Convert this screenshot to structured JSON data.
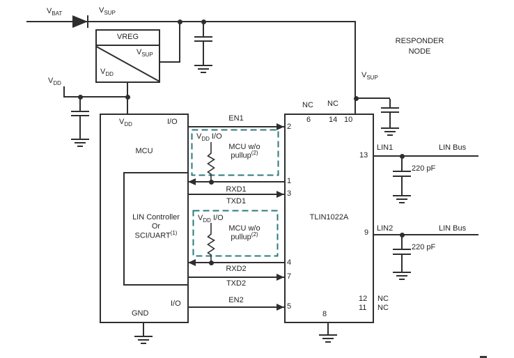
{
  "colors": {
    "wire": "#2e2e2e",
    "text": "#231f20",
    "dashed": "#2a7a7c"
  },
  "power_labels": {
    "vbat": {
      "base": "V",
      "sub": "BAT"
    },
    "vsup": {
      "base": "V",
      "sub": "SUP"
    },
    "vdd": {
      "base": "V",
      "sub": "DD"
    }
  },
  "responder": {
    "line1": "RESPONDER",
    "line2": "NODE"
  },
  "vreg": {
    "title": "VREG"
  },
  "mcu": {
    "title": "MCU",
    "io": "I/O",
    "gnd": "GND",
    "ctrl_line1": "LIN Controller",
    "ctrl_line2": "Or",
    "ctrl_line3": "SCI/UART",
    "ctrl_line3_sup": "(1)"
  },
  "pullup_box": {
    "vdd_base": "V",
    "vdd_sub": "DD",
    "io": " I/O",
    "line1": "MCU w/o",
    "line2": "pullup",
    "line2_sup": "(2)"
  },
  "signals": {
    "en1": "EN1",
    "rxd1": "RXD1",
    "txd1": "TXD1",
    "rxd2": "RXD2",
    "txd2": "TXD2",
    "en2": "EN2"
  },
  "chip": {
    "part": "TLIN1022A",
    "nc": "NC",
    "lin1": "LIN1",
    "lin2": "LIN2",
    "pins": {
      "p1": "1",
      "p2": "2",
      "p3": "3",
      "p4": "4",
      "p5": "5",
      "p6": "6",
      "p7": "7",
      "p8": "8",
      "p9": "9",
      "p10": "10",
      "p11": "11",
      "p12": "12",
      "p13": "13",
      "p14": "14"
    }
  },
  "bus": {
    "label": "LIN Bus",
    "cap": "220 pF"
  }
}
